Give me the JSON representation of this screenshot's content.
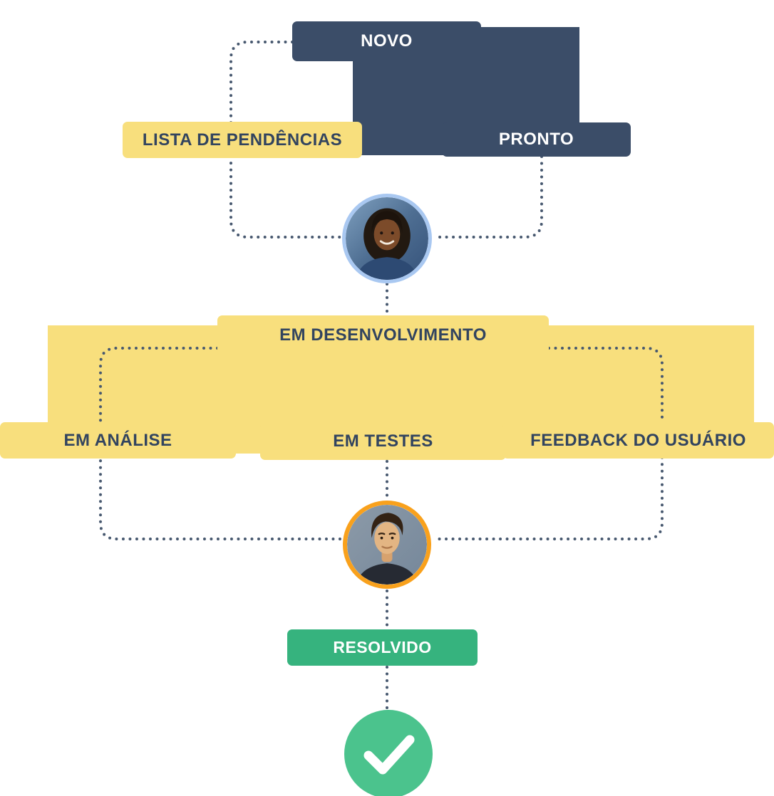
{
  "statuses": {
    "novo": "NOVO",
    "lista_de_pendencias": "LISTA DE PENDÊNCIAS",
    "pronto": "PRONTO",
    "em_desenvolvimento": "EM DESENVOLVIMENTO",
    "em_analise": "EM ANÁLISE",
    "em_testes": "EM TESTES",
    "feedback_do_usuario": "FEEDBACK DO USUÁRIO",
    "resolvido": "RESOLVIDO"
  },
  "icons": {
    "avatar_woman": "avatar-woman-photo",
    "avatar_man": "avatar-man-photo",
    "check": "checkmark-icon"
  },
  "colors": {
    "navy": "#3B4D68",
    "yellow": "#F8DF7D",
    "yellow_text": "#32445F",
    "green": "#36B37E",
    "check_green": "#4BC38D",
    "dots": "#47586F",
    "blue_ring": "#A9C8F1",
    "orange_ring": "#F9A11C",
    "background": "#FFFFFF"
  }
}
